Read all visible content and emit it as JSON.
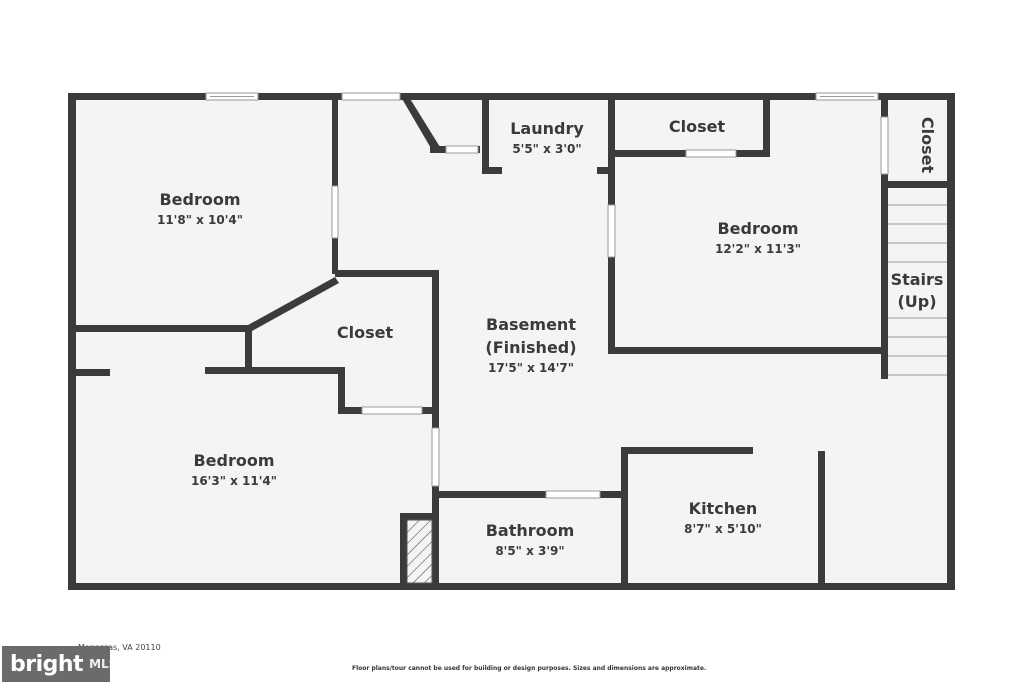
{
  "rooms": {
    "bedroom_1": {
      "name": "Bedroom",
      "dims": "11'8\" x 10'4\""
    },
    "laundry": {
      "name": "Laundry",
      "dims": "5'5\" x 3'0\""
    },
    "closet_top": {
      "name": "Closet"
    },
    "bedroom_2": {
      "name": "Bedroom",
      "dims": "12'2\" x 11'3\""
    },
    "closet_right": {
      "name": "Closet"
    },
    "stairs": {
      "line1": "Stairs",
      "line2": "(Up)"
    },
    "closet_mid": {
      "name": "Closet"
    },
    "basement": {
      "line1": "Basement",
      "line2": "(Finished)",
      "dims": "17'5\" x 14'7\""
    },
    "bedroom_3": {
      "name": "Bedroom",
      "dims": "16'3\" x 11'4\""
    },
    "bathroom": {
      "name": "Bathroom",
      "dims": "8'5\" x 3'9\""
    },
    "kitchen": {
      "name": "Kitchen",
      "dims": "8'7\" x 5'10\""
    }
  },
  "footer": {
    "address": "Manassas, VA 20110",
    "disclaimer": "Floor plans/tour cannot be used for building or design purposes. Sizes and dimensions are approximate."
  },
  "logo": {
    "word": "bright",
    "mls": "MLS"
  },
  "colors": {
    "wall": "#3b3b3b",
    "floor": "#f4f4f4",
    "background": "#ffffff"
  }
}
